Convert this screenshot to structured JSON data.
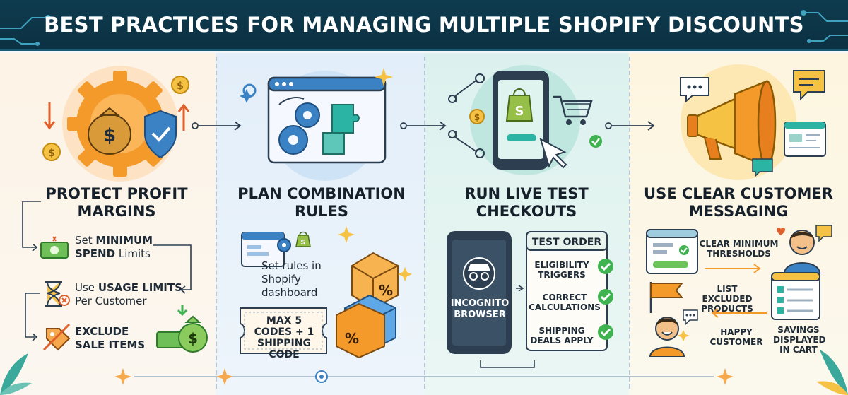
{
  "header": {
    "title": "BEST PRACTICES FOR MANAGING MULTIPLE SHOPIFY DISCOUNTS"
  },
  "colors": {
    "banner": "#0f3b4f",
    "orange": "#f39a2b",
    "blue": "#3b82c4",
    "teal": "#2bb3a3",
    "yellow": "#f6c244",
    "green": "#3fb34f"
  },
  "sections": [
    {
      "title": "PROTECT PROFIT MARGINS",
      "icon": "gear-money-shield-icon",
      "items": [
        {
          "icon": "cash-icon",
          "pre": "Set",
          "bold": "MINIMUM SPEND",
          "post": "Limits"
        },
        {
          "icon": "hourglass-icon",
          "pre": "Use",
          "bold": "USAGE LIMITS",
          "post": "Per Customer"
        },
        {
          "icon": "tag-crossed-icon",
          "pre": "",
          "bold": "EXCLUDE SALE ITEMS",
          "post": ""
        }
      ]
    },
    {
      "title": "PLAN COMBINATION RULES",
      "icon": "browser-gears-puzzle-icon",
      "note": "Set rules in Shopify dashboard",
      "ticket": "MAX 5 CODES + 1 SHIPPING CODE"
    },
    {
      "title": "RUN LIVE TEST CHECKOUTS",
      "icon": "phone-cart-icon",
      "phone_label": "INCOGNITO BROWSER",
      "card_title": "TEST ORDER",
      "checks": [
        "ELIGIBILITY TRIGGERS",
        "CORRECT CALCULATIONS",
        "SHIPPING DEALS APPLY"
      ]
    },
    {
      "title": "USE CLEAR CUSTOMER MESSAGING",
      "icon": "megaphone-icon",
      "labels": [
        "CLEAR MINIMUM THRESHOLDS",
        "LIST EXCLUDED PRODUCTS",
        "HAPPY CUSTOMER",
        "SAVINGS DISPLAYED IN CART"
      ]
    }
  ]
}
